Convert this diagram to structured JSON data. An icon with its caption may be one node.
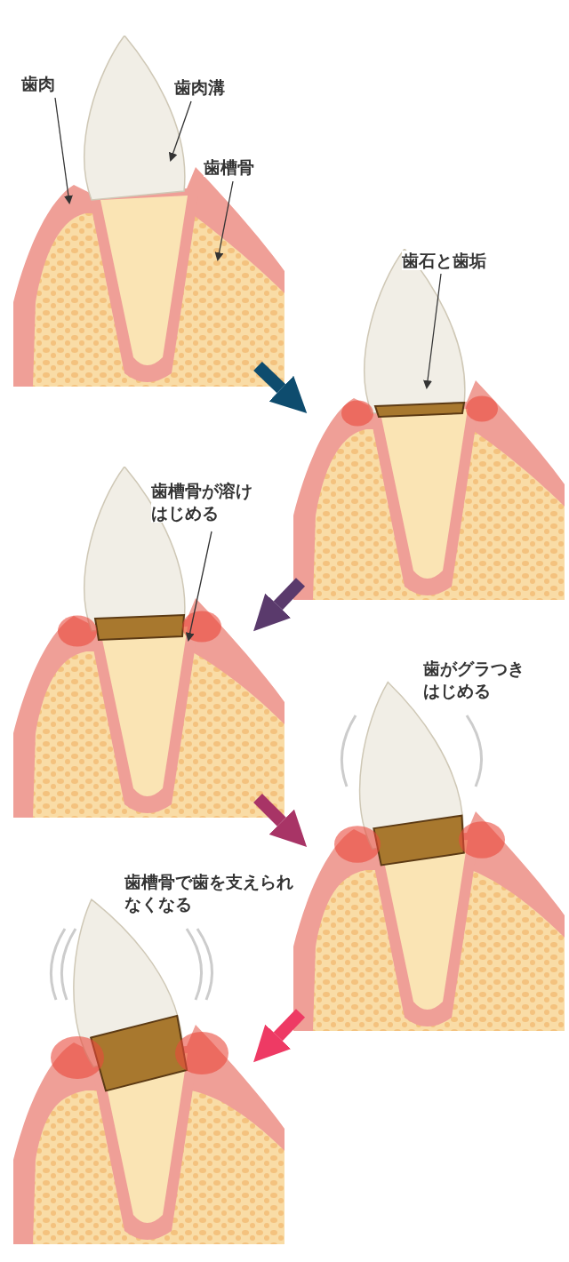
{
  "diagram": {
    "nodes": [
      {
        "text": [],
        "shape": "picture"
      },
      {
        "text": [],
        "shape": "picture"
      },
      {
        "text": [],
        "shape": "picture"
      },
      {
        "text": [],
        "shape": "picture"
      },
      {
        "text": [],
        "shape": "picture"
      },
      {
        "text": [
          "歯肉"
        ]
      },
      {
        "text": [
          "歯肉溝"
        ]
      },
      {
        "text": [
          "歯槽骨"
        ]
      },
      {
        "text": [
          "歯石と歯垢"
        ]
      },
      {
        "text": [
          "歯槽骨が溶けはじめる"
        ]
      }
    ],
    "edges": [
      {
        "from": 0,
        "to": 1,
        "arrow": "to",
        "style": "thick",
        "color": "#0e4c6e"
      },
      {
        "from": 1,
        "to": 2,
        "arrow": "to",
        "style": "thick",
        "color": "#5a3a6c"
      },
      {
        "from": 2,
        "to": 3,
        "arrow": "to",
        "style": "thick",
        "color": "#a83466"
      },
      {
        "from": 3,
        "to": 4,
        "arrow": "to",
        "style": "thick",
        "color": "#ee3a64"
      },
      {
        "from": 5,
        "to": 0,
        "arrow": "to"
      },
      {
        "from": 6,
        "to": 0,
        "arrow": "to"
      },
      {
        "from": 7,
        "to": 0,
        "arrow": "to"
      },
      {
        "from": 8,
        "to": 1,
        "arrow": "to"
      },
      {
        "from": 9,
        "to": 2,
        "arrow": "to"
      }
    ],
    "labels": [
      "歯がグラつきはじめる",
      "歯槽骨で歯を支えられなくなる"
    ]
  }
}
